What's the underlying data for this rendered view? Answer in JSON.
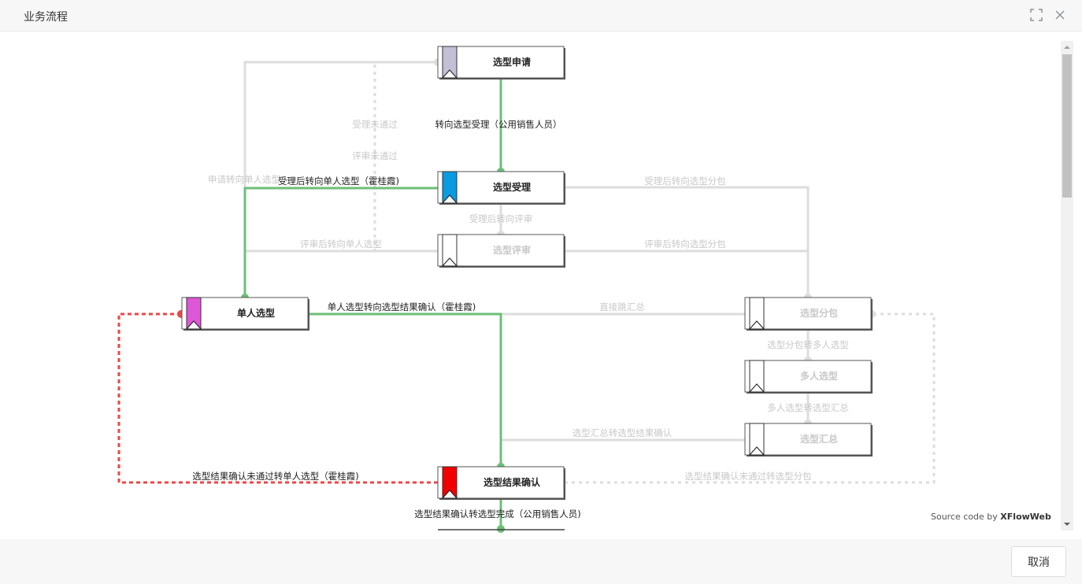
{
  "dialog": {
    "title": "业务流程",
    "fullscreen_icon": "fullscreen-icon",
    "close_icon": "close-icon",
    "cancel_label": "取消",
    "source_prefix": "Source code by ",
    "source_brand": "XFlowWeb"
  },
  "colors": {
    "active_edge": "#6cbf78",
    "inactive_edge": "#dddddd",
    "rejected_edge": "#f04545",
    "active_text": "#222222",
    "inactive_text": "#c8c8c8"
  },
  "nodes": {
    "apply": {
      "label": "选型申请",
      "flag_color": "#c3bfd6",
      "active": true
    },
    "accept": {
      "label": "选型受理",
      "flag_color": "#0b9be0",
      "active": true
    },
    "review": {
      "label": "选型评审",
      "flag_color": "#ffffff",
      "active": false
    },
    "single": {
      "label": "单人选型",
      "flag_color": "#de57d6",
      "active": true
    },
    "subpack": {
      "label": "选型分包",
      "flag_color": "#ffffff",
      "active": false
    },
    "multi": {
      "label": "多人选型",
      "flag_color": "#ffffff",
      "active": false
    },
    "summary": {
      "label": "选型汇总",
      "flag_color": "#ffffff",
      "active": false
    },
    "confirm": {
      "label": "选型结果确认",
      "flag_color": "#f20000",
      "active": true
    }
  },
  "edges": {
    "apply_to_accept": "转向选型受理（公用销售人员）",
    "accept_reject": "受理未通过",
    "review_reject": "评审未通过",
    "apply_to_single": "申请转向单人选型",
    "accept_to_single": "受理后转向单人选型（霍桂霞)",
    "accept_to_subpack": "受理后转向选型分包",
    "accept_to_review": "受理后转向评审",
    "review_to_single": "评审后转向单人选型",
    "review_to_subpack": "评审后转向选型分包",
    "single_to_confirm": "单人选型转向选型结果确认（霍桂霞)",
    "direct_to_summary": "直接跳汇总",
    "subpack_to_multi": "选型分包转多人选型",
    "multi_to_summary": "多人选型转选型汇总",
    "summary_to_confirm": "选型汇总转选型结果确认",
    "confirm_reject_single": "选型结果确认未通过转单人选型（霍桂霞)",
    "confirm_reject_subpack": "选型结果确认未通过转选型分包",
    "confirm_to_done": "选型结果确认转选型完成（公用销售人员)"
  }
}
